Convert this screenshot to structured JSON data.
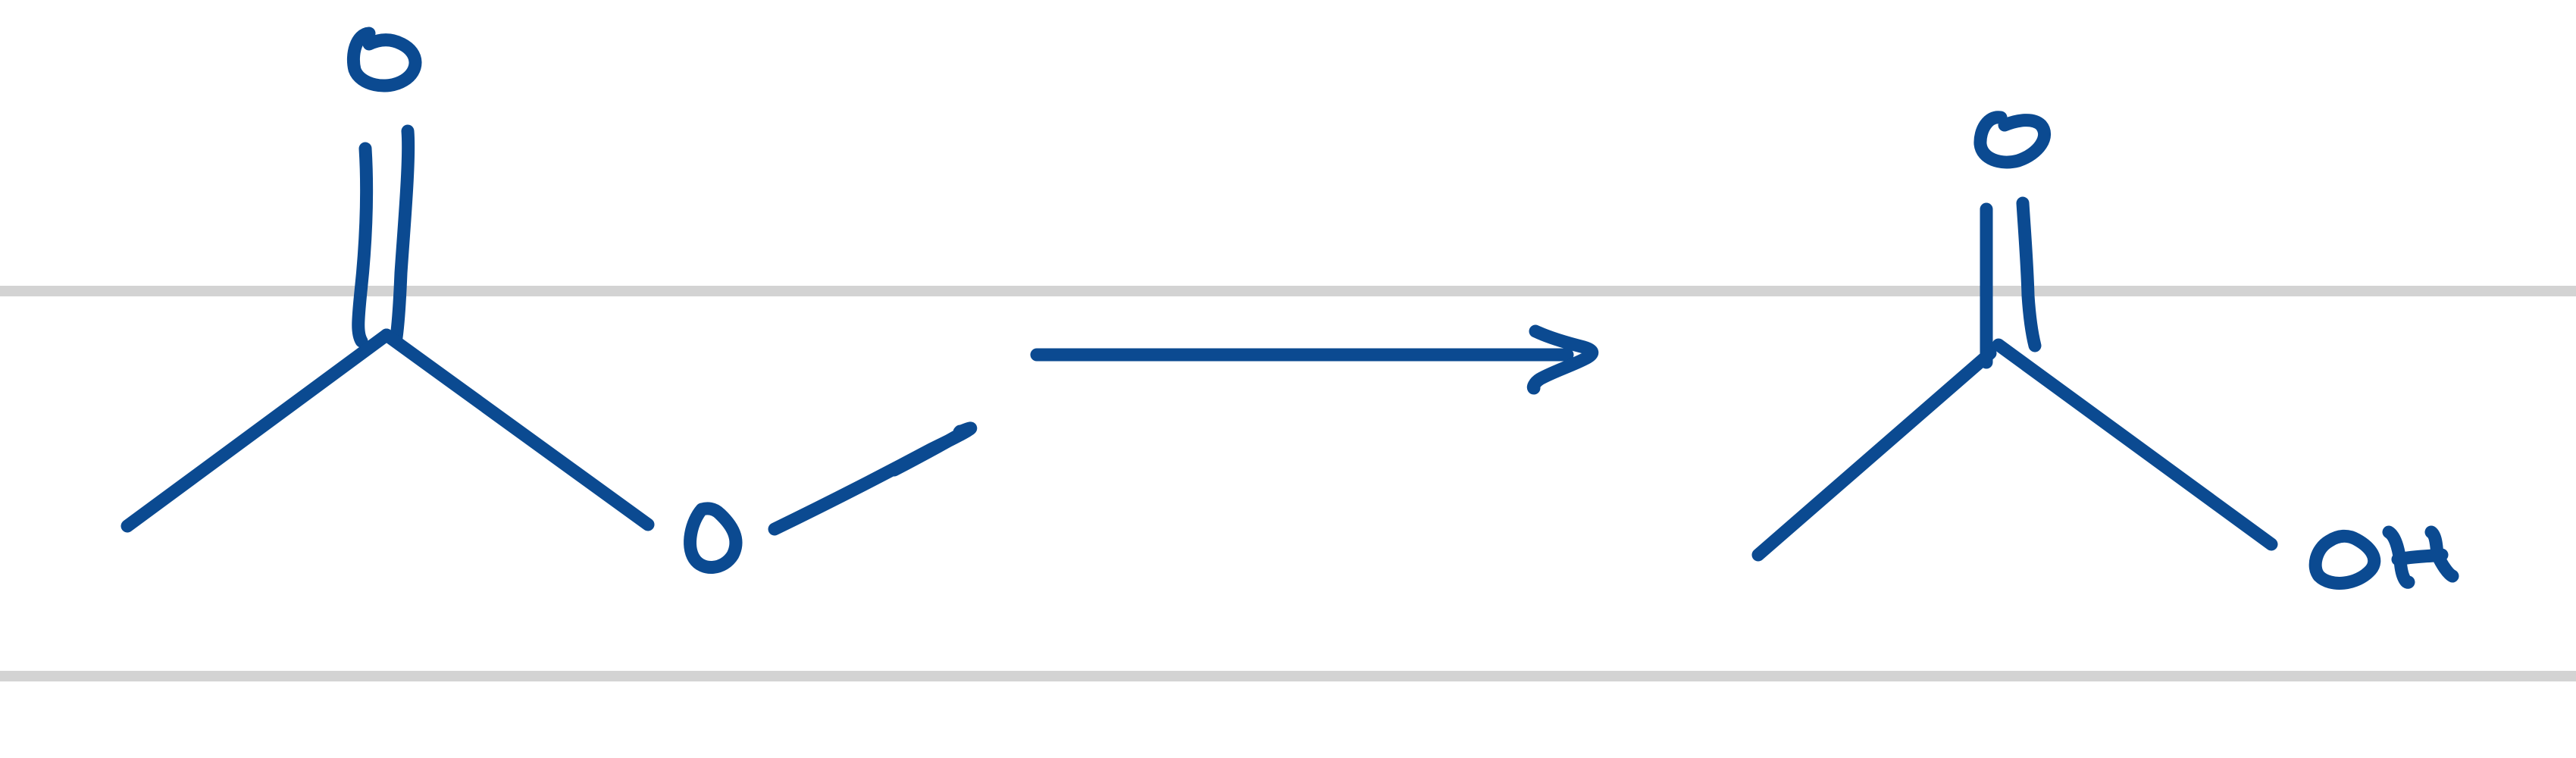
{
  "colors": {
    "ink": "#0b4a91",
    "ruled_line": "#d3d3d3",
    "background": "#ffffff"
  },
  "reactant": {
    "carbonyl_oxygen": "O",
    "ester_oxygen": "O"
  },
  "product": {
    "carbonyl_oxygen": "O",
    "hydroxyl": "OH"
  }
}
